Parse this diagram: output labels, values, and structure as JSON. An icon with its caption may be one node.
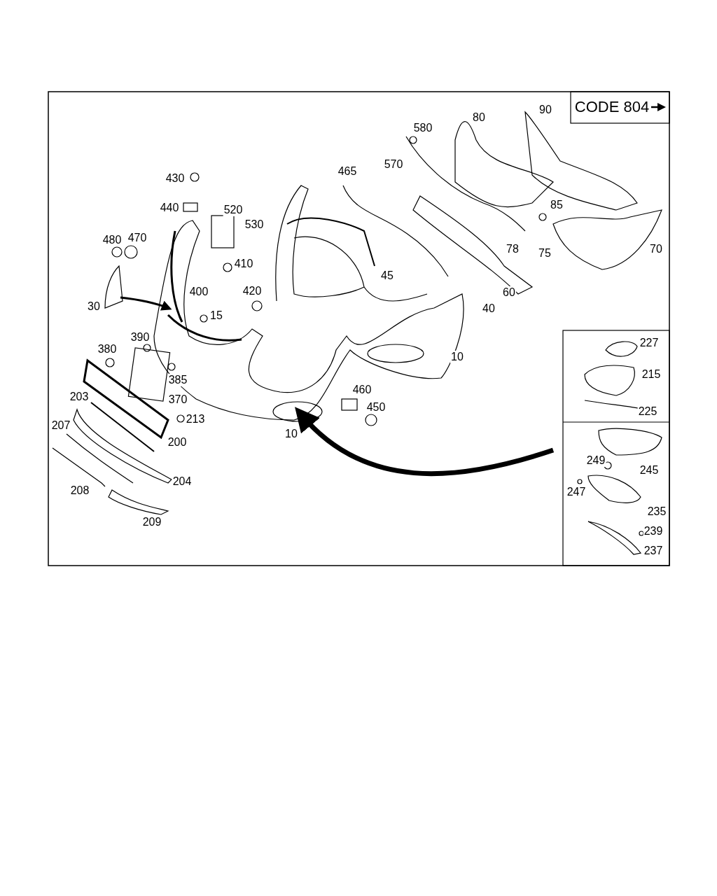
{
  "diagram": {
    "labels": [
      "CODE 804",
      "90",
      "80",
      "580",
      "570",
      "465",
      "430",
      "85",
      "520",
      "530",
      "440",
      "480",
      "470",
      "78",
      "75",
      "70",
      "410",
      "45",
      "400",
      "420",
      "60",
      "40",
      "30",
      "15",
      "227",
      "390",
      "380",
      "10",
      "385",
      "215",
      "370",
      "203",
      "460",
      "213",
      "450",
      "225",
      "207",
      "200",
      "10",
      "249",
      "245",
      "204",
      "208",
      "247",
      "235",
      "239",
      "209",
      "237"
    ]
  }
}
